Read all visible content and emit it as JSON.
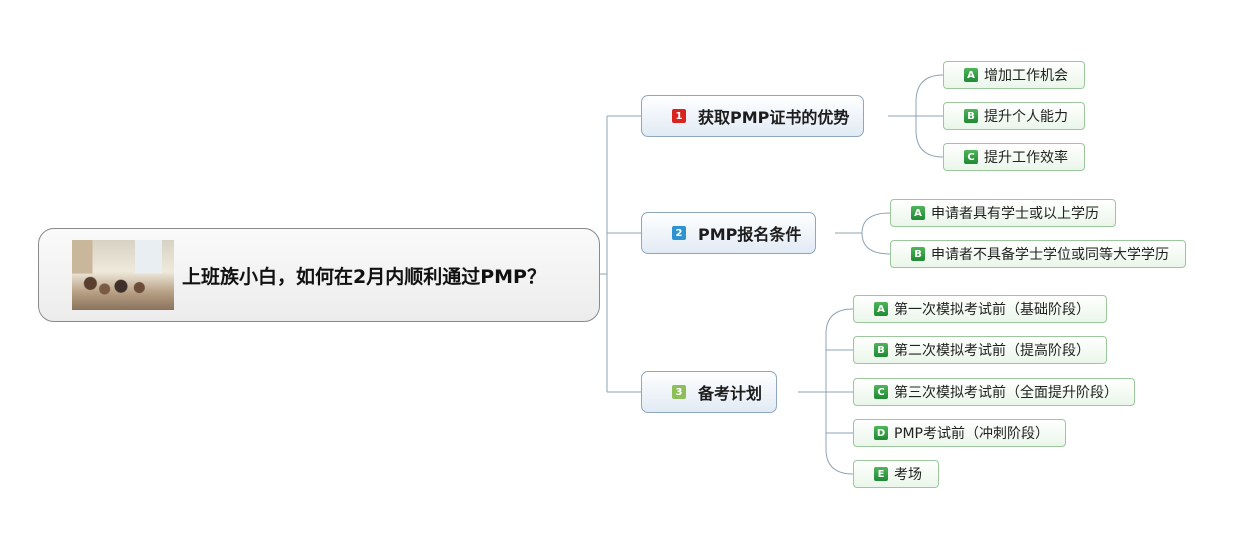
{
  "colors": {
    "connector": "#8fa3b5",
    "badge_red": "#d8231f",
    "badge_blue": "#2f93d2",
    "badge_green": "#8cbf5a",
    "leaf_badge": "#2a9a3c"
  },
  "root": {
    "text": "上班族小白，如何在2月内顺利通过PMP？",
    "image": "classroom-photo"
  },
  "branches": [
    {
      "number": "1",
      "badge_color": "red",
      "text": "获取PMP证书的优势",
      "children": [
        {
          "letter": "A",
          "text": "增加工作机会"
        },
        {
          "letter": "B",
          "text": "提升个人能力"
        },
        {
          "letter": "C",
          "text": "提升工作效率"
        }
      ]
    },
    {
      "number": "2",
      "badge_color": "blue",
      "text": "PMP报名条件",
      "children": [
        {
          "letter": "A",
          "text": "申请者具有学士或以上学历"
        },
        {
          "letter": "B",
          "text": "申请者不具备学士学位或同等大学学历"
        }
      ]
    },
    {
      "number": "3",
      "badge_color": "green",
      "text": "备考计划",
      "children": [
        {
          "letter": "A",
          "text": "第一次模拟考试前（基础阶段）"
        },
        {
          "letter": "B",
          "text": "第二次模拟考试前（提高阶段）"
        },
        {
          "letter": "C",
          "text": "第三次模拟考试前（全面提升阶段）"
        },
        {
          "letter": "D",
          "text": "PMP考试前（冲刺阶段）"
        },
        {
          "letter": "E",
          "text": "考场"
        }
      ]
    }
  ]
}
